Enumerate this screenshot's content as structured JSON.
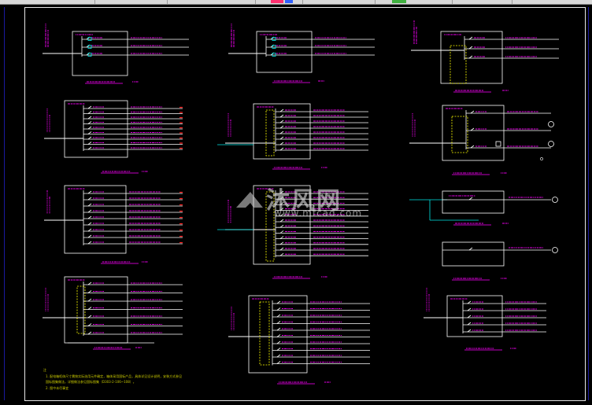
{
  "watermark": {
    "title": "沐风网",
    "url": "www.mfcad.com"
  },
  "notes": {
    "marker": "注",
    "line1": "1. 配电箱柜体尺寸需按实际选用元件确定，箱体采用国标产品，具体详见设计说明，安装方式参见",
    "line2": "   国标图集做法，详细做法参见国标图集（D303-2-106~108）。",
    "line3": "2. 图中未尽事宜"
  },
  "diagram_titles": [
    "AL1配电箱系统图",
    "V-1配电箱",
    "1APE1配电箱系统图",
    "1AL2配电箱系统图",
    "1AL1配电箱系统图",
    "1APE1配电箱系统图",
    "1AL3配电箱系统图",
    "1ALE2配电箱系统图",
    "1APE1配电箱系统图",
    "1ALE2配电箱系统图",
    "1APE1配电箱系统图",
    "1APE1配电箱系统图",
    "1ALE配电箱系统图"
  ],
  "colors": {
    "background": "#000000",
    "wire_white": "#ffffff",
    "magenta": "#ff00ff",
    "cyan": "#00e5e5",
    "yellow": "#ffff00",
    "red": "#ff2020",
    "purple": "#b000ff"
  }
}
